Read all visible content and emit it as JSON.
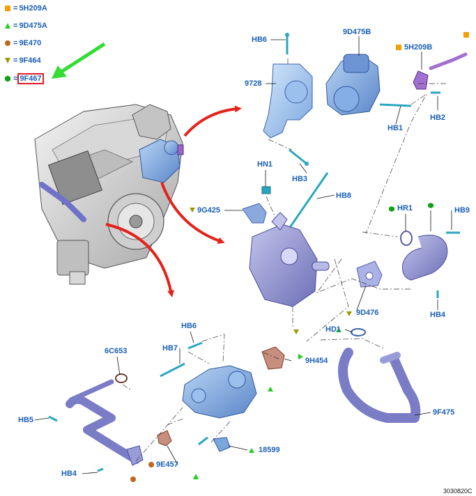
{
  "legend": [
    {
      "symbol": "square",
      "color": "#f0a000",
      "code": "5H209A"
    },
    {
      "symbol": "triangle-up",
      "color": "#22cc22",
      "code": "9D475A"
    },
    {
      "symbol": "circle",
      "color": "#c0651e",
      "code": "9E470"
    },
    {
      "symbol": "triangle-down",
      "color": "#9a9a00",
      "code": "9F464"
    },
    {
      "symbol": "hexagon",
      "color": "#14a014",
      "code": "9F467",
      "highlighted": true
    }
  ],
  "eq_sign": "=",
  "colors": {
    "label": "#1a5fb4",
    "part": "#6fa0e0",
    "pipe": "#8d8fd0",
    "arrow_red": "#e3231b",
    "arrow_green": "#33dd33",
    "gasket": "#b26a5a"
  },
  "part_labels": {
    "hb6_top": "HB6",
    "p9d475b": "9D475B",
    "p5h209b": "5H209B",
    "p9728": "9728",
    "hb2": "HB2",
    "hb1": "HB1",
    "hn1": "HN1",
    "hb3": "HB3",
    "hb8": "HB8",
    "p9g425": "9G425",
    "hr1": "HR1",
    "hb9": "HB9",
    "p9d476": "9D476",
    "hb4_right": "HB4",
    "hd1": "HD1",
    "p9h454": "9H454",
    "p9f475": "9F475",
    "hb6_bottom": "HB6",
    "hb7": "HB7",
    "p6c653": "6C653",
    "hb5": "HB5",
    "p9e457": "9E457",
    "p18599": "18599",
    "hb4_left": "HB4"
  },
  "reference_number": "3030820C"
}
